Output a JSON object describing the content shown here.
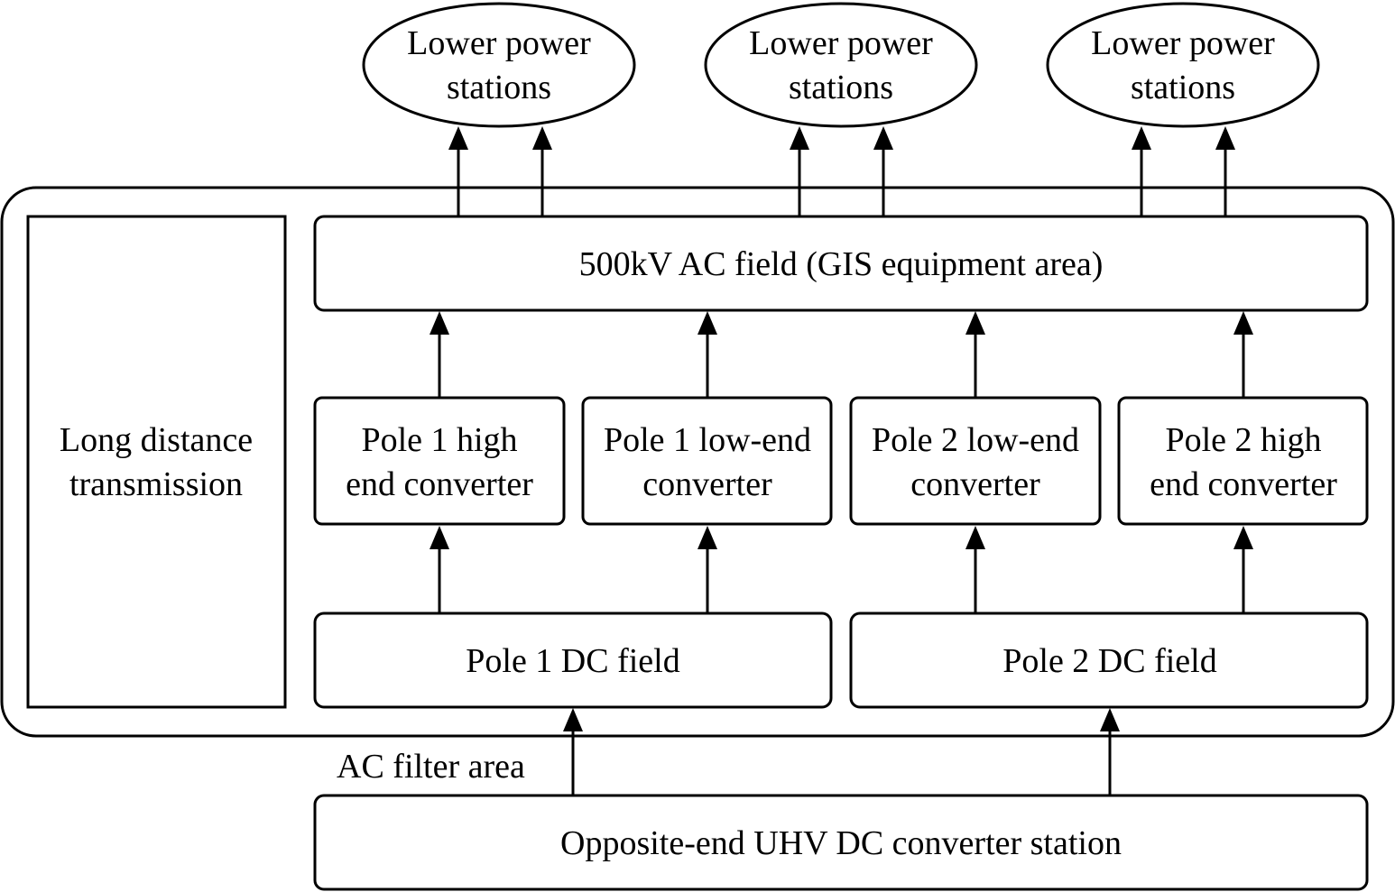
{
  "labels": {
    "lower_station_1_line1": "Lower power",
    "lower_station_1_line2": "stations",
    "lower_station_2_line1": "Lower power",
    "lower_station_2_line2": "stations",
    "lower_station_3_line1": "Lower power",
    "lower_station_3_line2": "stations",
    "ac_field": "500kV AC field (GIS equipment area)",
    "long_distance_line1": "Long distance",
    "long_distance_line2": "transmission",
    "p1_high_line1": "Pole 1 high",
    "p1_high_line2": "end converter",
    "p1_low_line1": "Pole 1 low-end",
    "p1_low_line2": "converter",
    "p2_low_line1": "Pole 2 low-end",
    "p2_low_line2": "converter",
    "p2_high_line1": "Pole 2 high",
    "p2_high_line2": "end converter",
    "pole1_dc": "Pole 1 DC field",
    "pole2_dc": "Pole 2 DC field",
    "ac_filter": "AC filter area",
    "opposite_station": "Opposite-end UHV DC converter station"
  },
  "colors": {
    "stroke": "#000000",
    "background": "#ffffff"
  }
}
